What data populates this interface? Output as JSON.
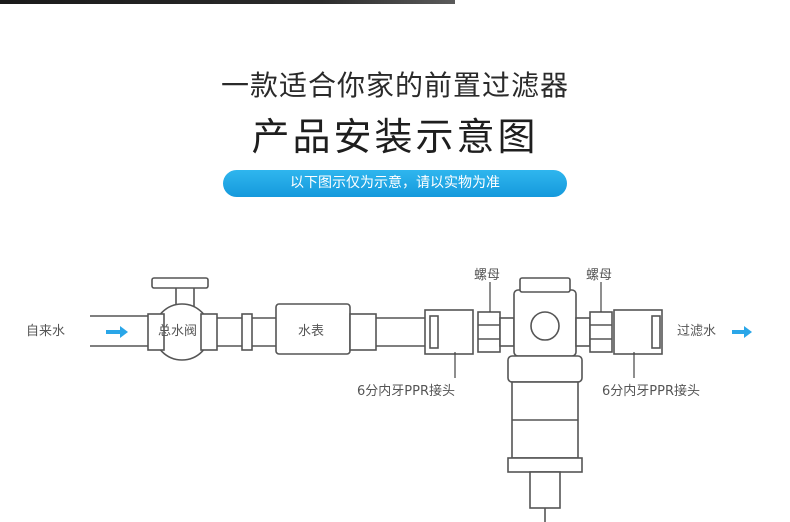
{
  "heading": {
    "line1": "一款适合你家的前置过滤器",
    "line2": "产品安装示意图"
  },
  "note": "以下图示仅为示意，请以实物为准",
  "diagram": {
    "inlet_label": "自来水",
    "main_valve_label": "总水阀",
    "water_meter_label": "水表",
    "nut_left_label": "螺母",
    "nut_right_label": "螺母",
    "outlet_label": "过滤水",
    "connector_left_label": "6分内牙PPR接头",
    "connector_right_label": "6分内牙PPR接头",
    "arrow_color": "#2aa6e8"
  }
}
